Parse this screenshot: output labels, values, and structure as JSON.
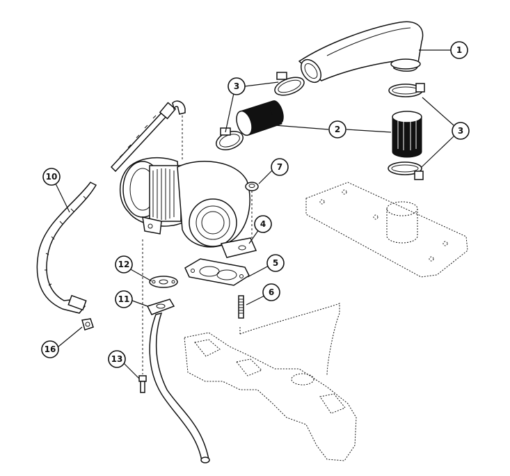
{
  "diagram": {
    "callouts": [
      {
        "id": "c1",
        "label": "1"
      },
      {
        "id": "c2",
        "label": "2"
      },
      {
        "id": "c3a",
        "label": "3"
      },
      {
        "id": "c3b",
        "label": "3"
      },
      {
        "id": "c4",
        "label": "4"
      },
      {
        "id": "c5",
        "label": "5"
      },
      {
        "id": "c6",
        "label": "6"
      },
      {
        "id": "c7",
        "label": "7"
      },
      {
        "id": "c10",
        "label": "10"
      },
      {
        "id": "c11",
        "label": "11"
      },
      {
        "id": "c12",
        "label": "12"
      },
      {
        "id": "c13",
        "label": "13"
      },
      {
        "id": "c16",
        "label": "16"
      }
    ]
  }
}
